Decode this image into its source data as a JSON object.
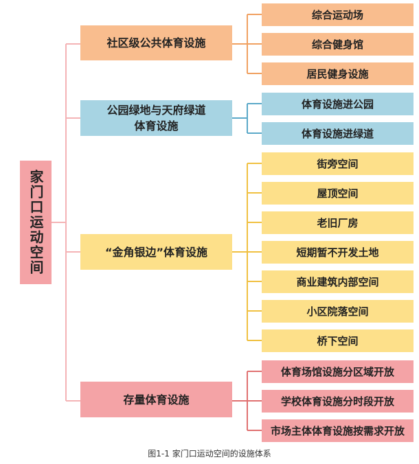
{
  "root": {
    "label": "家门口运动空间",
    "color": "#f4a3a6"
  },
  "categories": [
    {
      "label": "社区级公共体育设施",
      "color": "#f9bd8e",
      "line_color": "#f0a060",
      "items": [
        "综合运动场",
        "综合健身馆",
        "居民健身设施"
      ]
    },
    {
      "label_line1": "公园绿地与天府绿道",
      "label_line2": "体育设施",
      "color": "#a7d4e3",
      "line_color": "#5aa8c8",
      "items": [
        "体育设施进公园",
        "体育设施进绿道"
      ]
    },
    {
      "label": "“金角银边”体育设施",
      "color": "#fde08a",
      "line_color": "#f0c040",
      "items": [
        "街旁空间",
        "屋顶空间",
        "老旧厂房",
        "短期暂不开发土地",
        "商业建筑内部空间",
        "小区院落空间",
        "桥下空间"
      ]
    },
    {
      "label": "存量体育设施",
      "color": "#f4a3a6",
      "line_color": "#e07070",
      "items": [
        "体育场馆设施分区域开放",
        "学校体育设施分时段开放",
        "市场主体体育设施按需求开放"
      ]
    }
  ],
  "caption": "图1-1 家门口运动空间的设施体系"
}
